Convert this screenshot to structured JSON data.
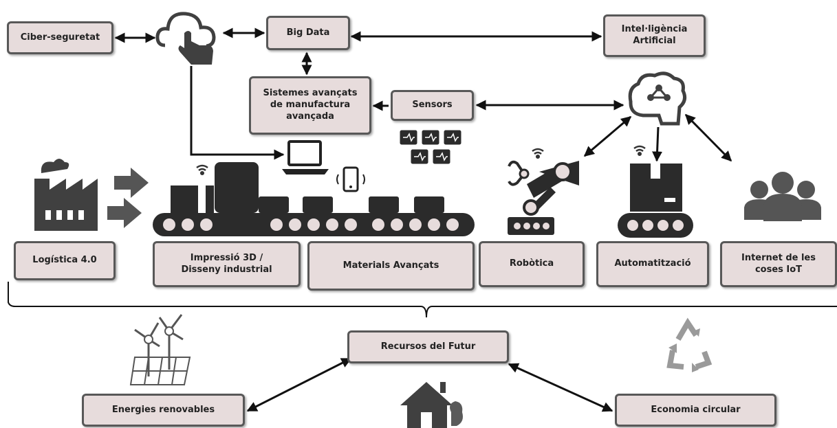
{
  "colors": {
    "box_fill": "#e7dcdc",
    "box_border": "#585858",
    "icon": "#404040",
    "arrow": "#111111"
  },
  "nodes": {
    "ciberseguretat": "Ciber-seguretat",
    "big_data": "Big Data",
    "intelligencia": "Intel·ligència\nArtificial",
    "sistemes": "Sistemes avançats\nde manufactura\navançada",
    "sensors": "Sensors",
    "logistica": "Logística 4.0",
    "impressio": "Impressió 3D /\nDisseny industrial",
    "materials": "Materials Avançats",
    "robotica": "Robòtica",
    "automatitzacio": "Automatització",
    "iot": "Internet de les\ncoses IoT",
    "recursos": "Recursos del Futur",
    "energies": "Energies renovables",
    "economia": "Economia circular"
  },
  "icons": [
    "cloud-touch-icon",
    "brain-network-icon",
    "factory-icon",
    "arrow-right-icon",
    "conveyor-belt-icon",
    "laptop-icon",
    "smartphone-icon",
    "chips-icon",
    "robot-arm-icon",
    "package-conveyor-icon",
    "people-group-icon",
    "wind-solar-icon",
    "house-tree-icon",
    "recycle-icon",
    "wifi-icon"
  ]
}
